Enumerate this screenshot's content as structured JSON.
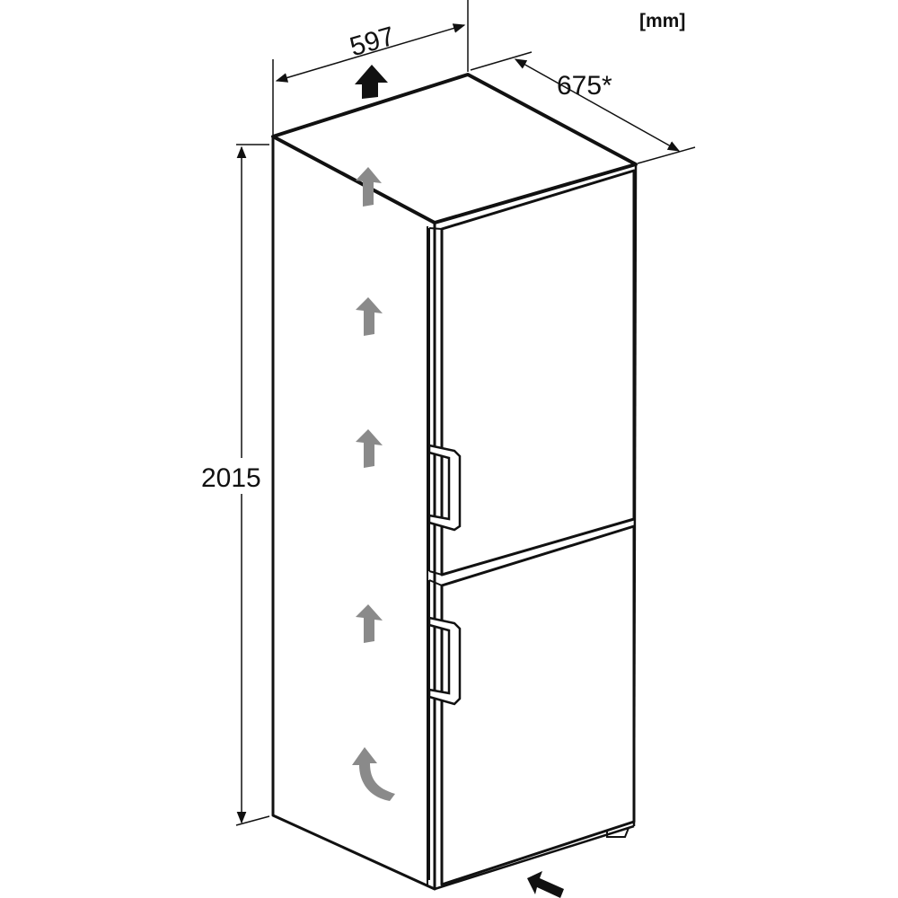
{
  "units": "[mm]",
  "dimensions": {
    "width": "597",
    "depth": "675*",
    "height": "2015"
  },
  "colors": {
    "line": "#111111",
    "airflow_arrow": "#8a8a8a",
    "top_arrow": "#111111",
    "background": "#ffffff"
  },
  "icons": [
    "airflow-arrow-icon",
    "air-intake-arrow-icon",
    "curved-airflow-arrow-icon"
  ]
}
